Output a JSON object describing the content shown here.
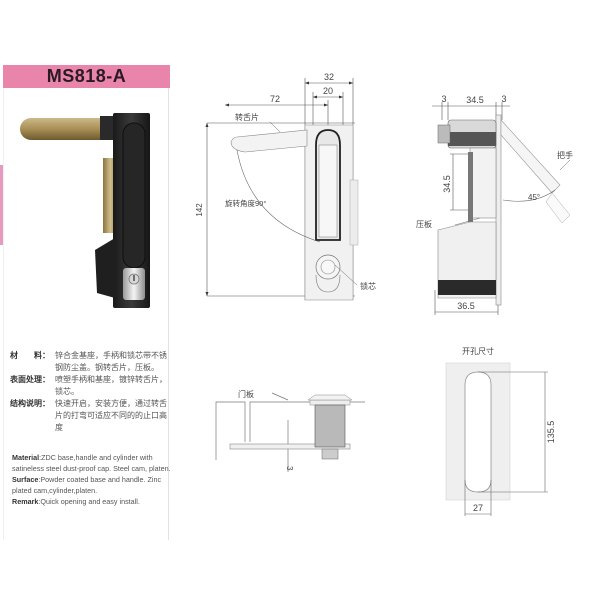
{
  "product": {
    "model": "MS818-A",
    "accent_color": "#e984ab"
  },
  "specs_cn": [
    {
      "label": "材　　料：",
      "value": "锌合金基座，手柄和锁芯带不锈钢防尘盖。钢转舌片，压板。"
    },
    {
      "label": "表面处理：",
      "value": "喷塑手柄和基座，镀锌转舌片，锁芯。"
    },
    {
      "label": "结构说明：",
      "value": "快速开启，安装方便，通过转舌片的打弯可适应不同的的止口高度"
    }
  ],
  "specs_en": [
    {
      "label": "Material",
      "value": ":ZDC base,handle and cylinder with satineless steel dust-proof cap. Steel cam, platen."
    },
    {
      "label": "Surface",
      "value": ":Powder coated base and handle. Zinc plated cam,cylinder,platen."
    },
    {
      "label": "Remark",
      "value": ":Quick opening and easy install."
    }
  ],
  "front_view": {
    "dim_width_total": "32",
    "dim_width_inner": "20",
    "dim_cam_length": "72",
    "dim_height": "142",
    "label_cam": "转舌片",
    "label_rotation": "旋转角度90°",
    "label_cylinder": "锁芯"
  },
  "side_view": {
    "dim_left": "3",
    "dim_middle": "34.5",
    "dim_right": "3",
    "dim_vertical": "34.5",
    "dim_bottom": "36.5",
    "label_handle": "把手",
    "label_angle": "45°",
    "label_platen": "压板"
  },
  "section_view": {
    "label_door": "门板",
    "dim_gap": "3"
  },
  "cutout_view": {
    "title": "开孔尺寸",
    "dim_height": "135.5",
    "dim_width": "27"
  }
}
